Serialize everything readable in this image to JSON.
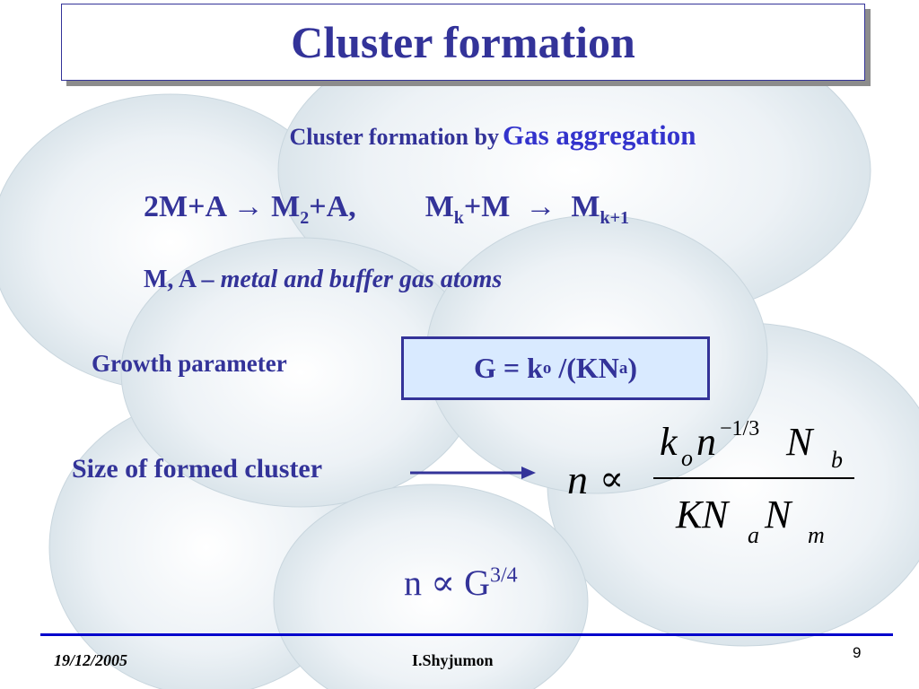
{
  "slide": {
    "title": "Cluster formation",
    "subtitle_prefix": "Cluster formation by",
    "subtitle_highlight": "Gas aggregation",
    "reaction1": {
      "lhs": "2M+A",
      "arrow": "→",
      "m": "M",
      "m_sub": "2",
      "rhs_tail": "+A,"
    },
    "reaction2": {
      "m": "M",
      "m_sub": "k",
      "tail": "+M",
      "arrow": "→",
      "rhs": "M",
      "rhs_sub": "k+1"
    },
    "ma_prefix": "M, A –",
    "ma_italic": "metal and buffer gas atoms",
    "growth_label": "Growth parameter",
    "growth_formula": {
      "lhs": "G = k",
      "k_sub": "o",
      "mid": "/(KN",
      "n_sub": "a",
      "end": ")"
    },
    "size_label": "Size of formed cluster",
    "formula": {
      "lhs_n": "n",
      "propto": "∝",
      "num_k": "k",
      "num_k_sub": "o",
      "num_n": "n",
      "num_exp": "−1/3",
      "num_N": "N",
      "num_N_sub": "b",
      "den_K": "K",
      "den_N1": "N",
      "den_N1_sub": "a",
      "den_N2": "N",
      "den_N2_sub": "m"
    },
    "scaling": {
      "n": "n",
      "propto": "∝",
      "g": "G",
      "exp": "3/4"
    }
  },
  "footer": {
    "date": "19/12/2005",
    "author": "I.Shyjumon",
    "page_number": "9"
  },
  "colors": {
    "text_primary": "#333399",
    "highlight": "#3333cc",
    "box_fill": "#d9eaff",
    "bubble_fill": "#e3ecf1",
    "footer_rule": "#0000cc"
  }
}
